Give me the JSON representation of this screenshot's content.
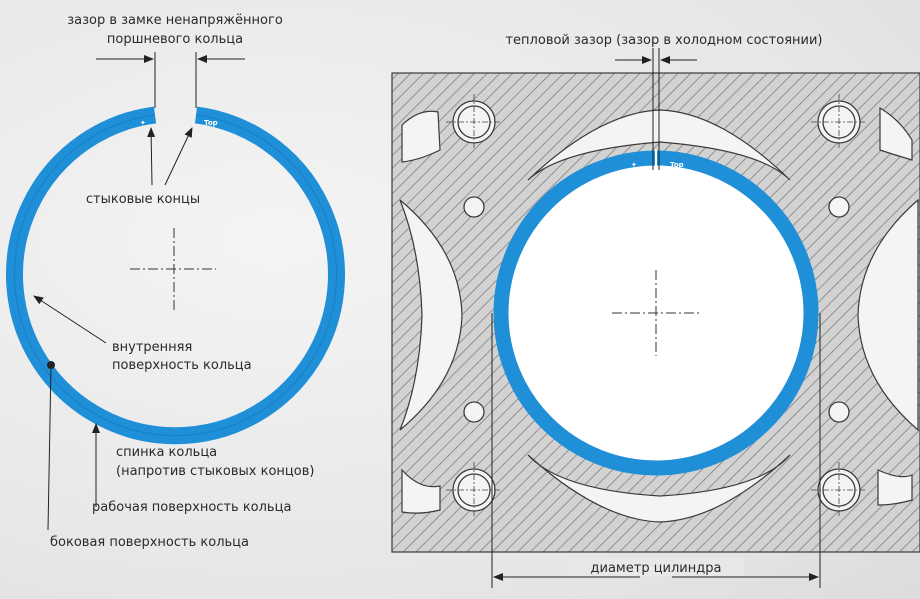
{
  "labels": {
    "free_gap_line1": "зазор в замке ненапряжённого",
    "free_gap_line2": "поршневого кольца",
    "joint_ends": "стыковые концы",
    "inner_surface_line1": "внутренняя",
    "inner_surface_line2": "поверхность кольца",
    "ring_back_line1": "спинка кольца",
    "ring_back_line2": "(напротив стыковых концов)",
    "running_face": "рабочая поверхность кольца",
    "side_face": "боковая поверхность кольца",
    "thermal_gap": "тепловой зазор (зазор в холодном состоянии)",
    "bore_diameter": "диаметр цилиндра"
  },
  "ring_marks": {
    "logo": "✦",
    "top": "Top"
  },
  "colors": {
    "ring_blue": "#1f8fd8",
    "ring_blue_dark": "#1070b8",
    "block_fill": "#cfcfcf",
    "hatch": "#6e6e6e",
    "outline": "#3a3a3a",
    "text": "#2a2a2a"
  }
}
